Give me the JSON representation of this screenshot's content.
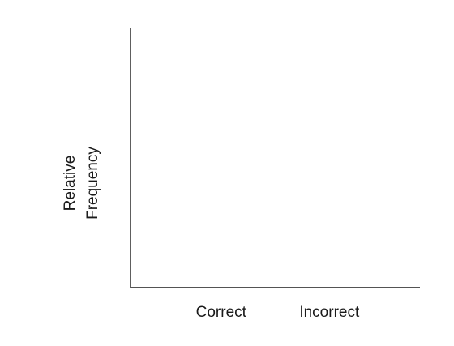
{
  "chart_data": {
    "type": "bar",
    "categories": [
      "Correct",
      "Incorrect"
    ],
    "values": [],
    "title": "",
    "xlabel": "",
    "ylabel": [
      "Relative",
      "Frequency"
    ],
    "grid": false
  }
}
